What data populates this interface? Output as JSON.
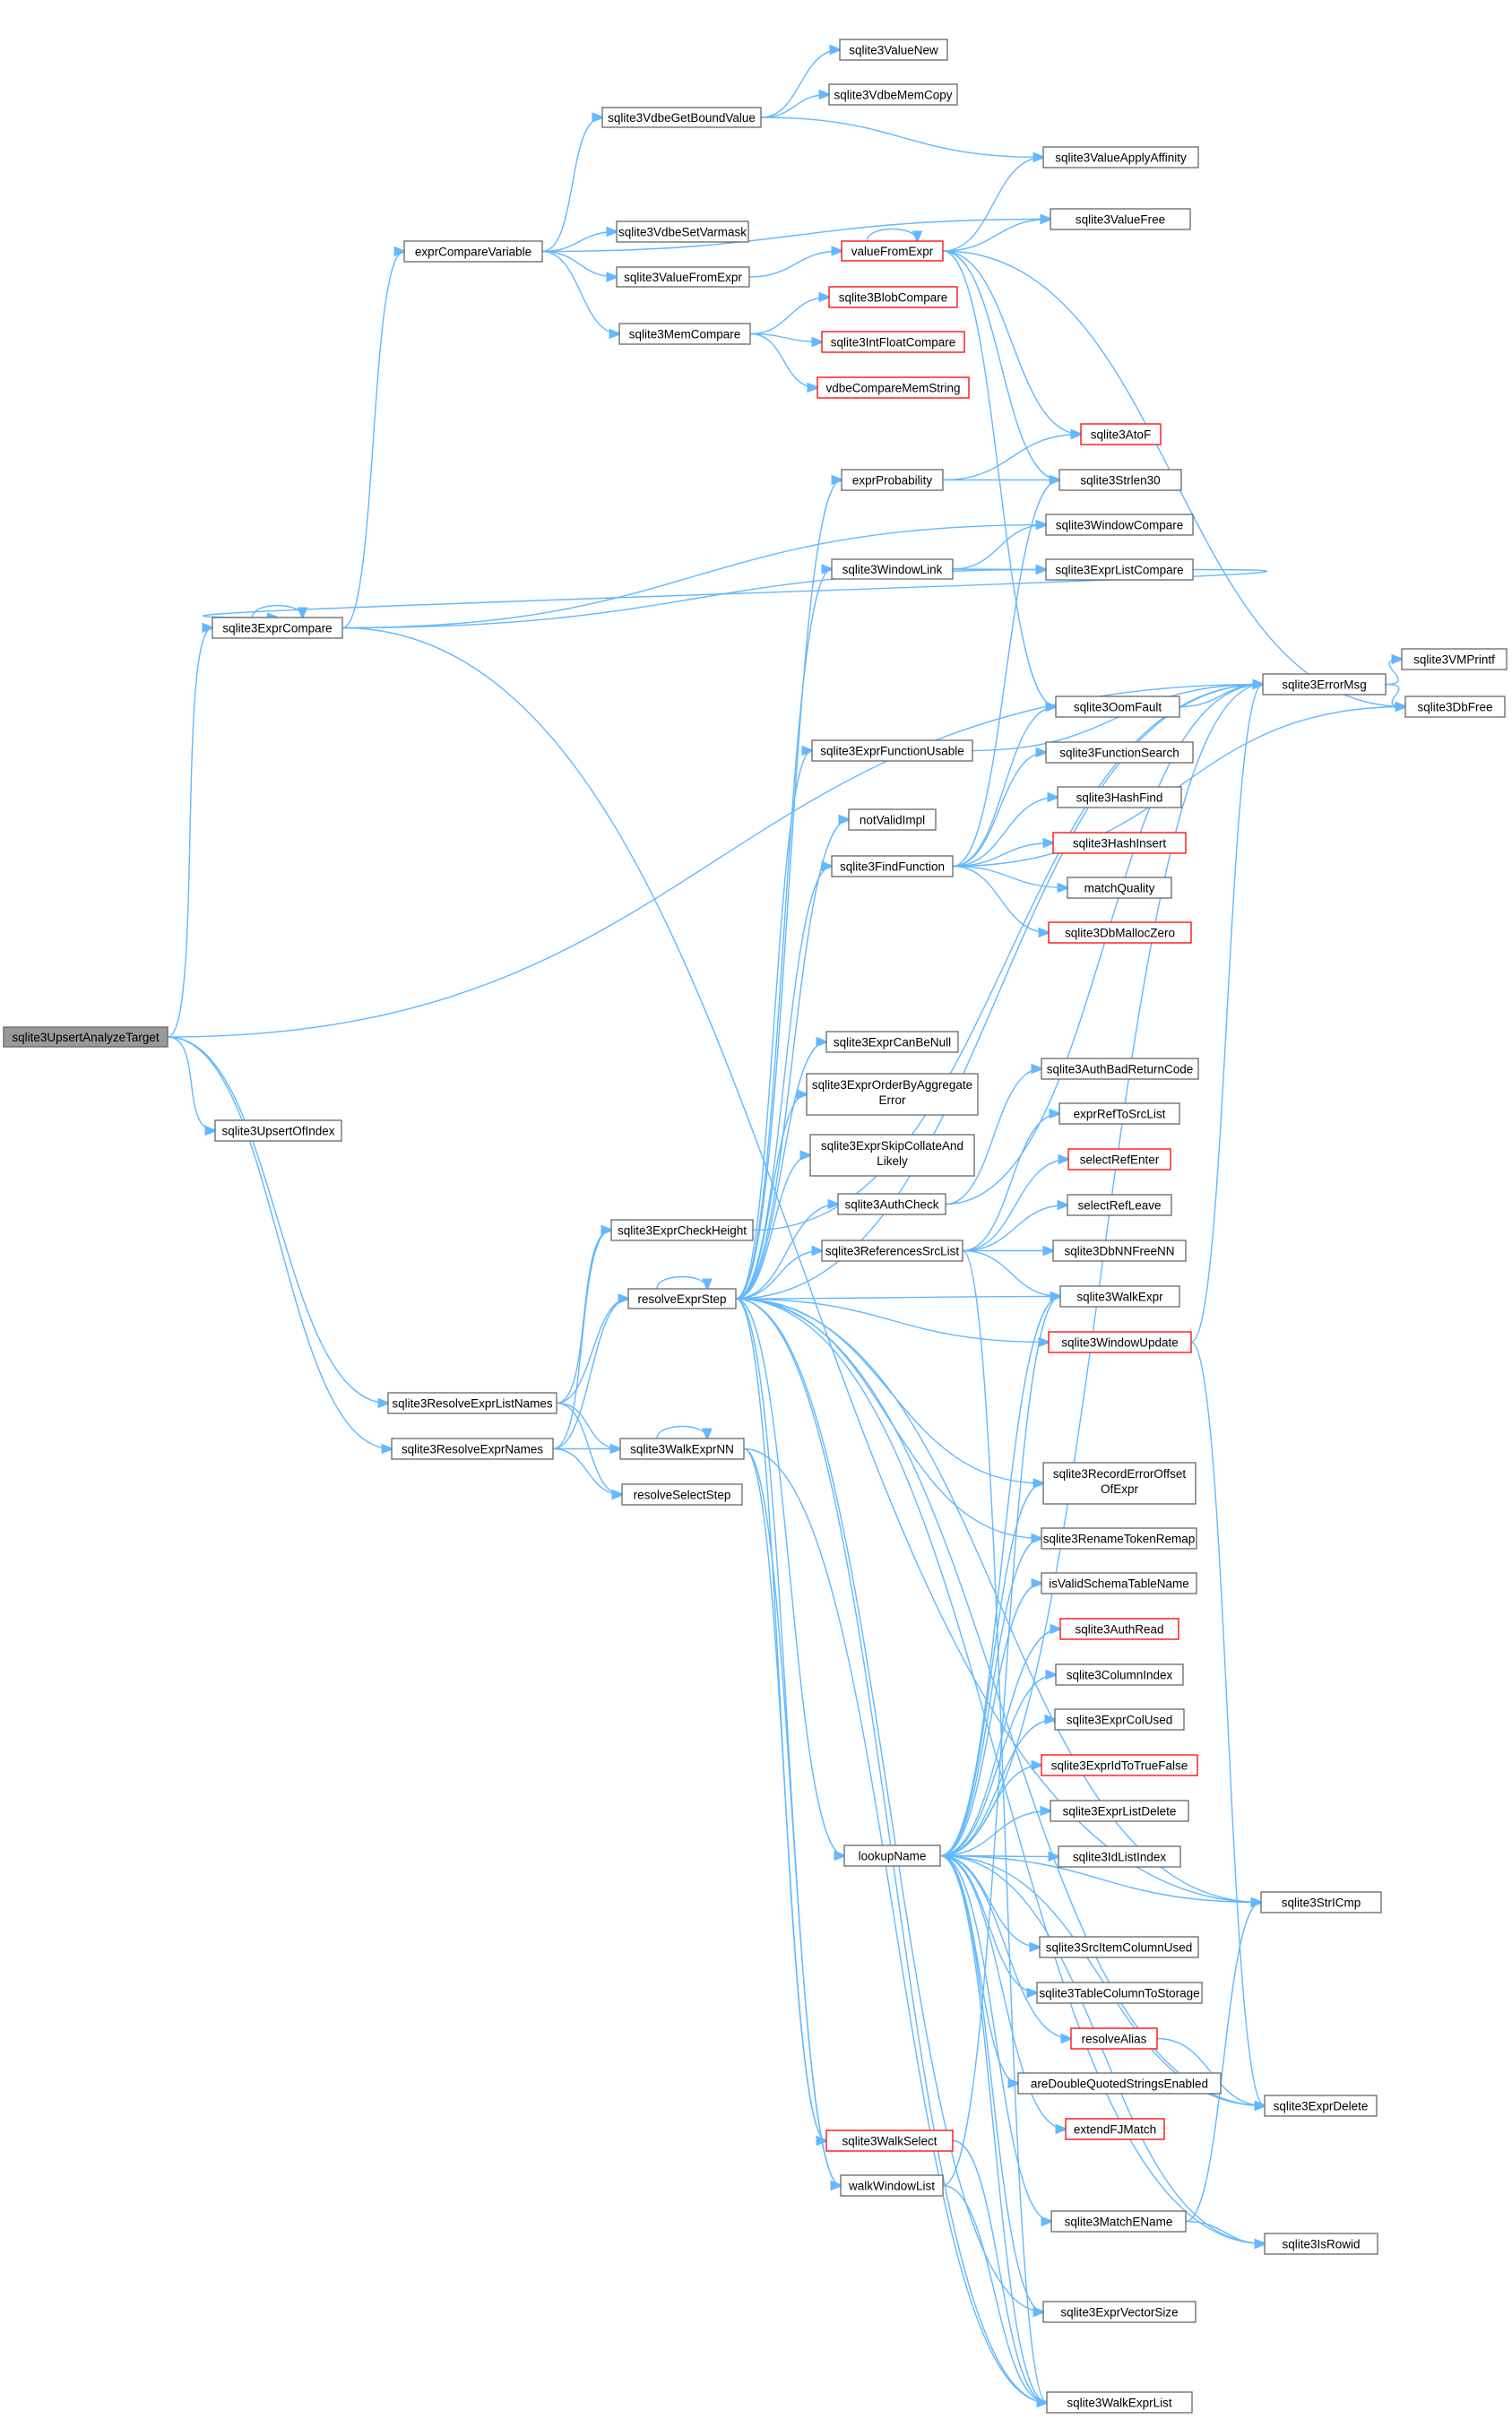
{
  "nodes": [
    {
      "id": "root",
      "label": "sqlite3UpsertAnalyzeTarget",
      "style": "root"
    },
    {
      "id": "exprCompareVariable",
      "label": "exprCompareVariable"
    },
    {
      "id": "sqlite3VdbeGetBoundValue",
      "label": "sqlite3VdbeGetBoundValue"
    },
    {
      "id": "sqlite3ValueNew",
      "label": "sqlite3ValueNew"
    },
    {
      "id": "sqlite3VdbeMemCopy",
      "label": "sqlite3VdbeMemCopy"
    },
    {
      "id": "sqlite3ValueApplyAffinity",
      "label": "sqlite3ValueApplyAffinity"
    },
    {
      "id": "sqlite3ValueFree",
      "label": "sqlite3ValueFree"
    },
    {
      "id": "sqlite3VdbeSetVarmask",
      "label": "sqlite3VdbeSetVarmask"
    },
    {
      "id": "sqlite3ValueFromExpr",
      "label": "sqlite3ValueFromExpr"
    },
    {
      "id": "valueFromExpr",
      "label": "valueFromExpr",
      "style": "red"
    },
    {
      "id": "sqlite3MemCompare",
      "label": "sqlite3MemCompare"
    },
    {
      "id": "sqlite3BlobCompare",
      "label": "sqlite3BlobCompare",
      "style": "red"
    },
    {
      "id": "sqlite3IntFloatCompare",
      "label": "sqlite3IntFloatCompare",
      "style": "red"
    },
    {
      "id": "vdbeCompareMemString",
      "label": "vdbeCompareMemString",
      "style": "red"
    },
    {
      "id": "sqlite3AtoF",
      "label": "sqlite3AtoF",
      "style": "red"
    },
    {
      "id": "exprProbability",
      "label": "exprProbability"
    },
    {
      "id": "sqlite3Strlen30",
      "label": "sqlite3Strlen30"
    },
    {
      "id": "sqlite3WindowCompare",
      "label": "sqlite3WindowCompare"
    },
    {
      "id": "sqlite3WindowLink",
      "label": "sqlite3WindowLink"
    },
    {
      "id": "sqlite3ExprListCompare",
      "label": "sqlite3ExprListCompare"
    },
    {
      "id": "sqlite3ExprCompare",
      "label": "sqlite3ExprCompare"
    },
    {
      "id": "sqlite3VMPrintf",
      "label": "sqlite3VMPrintf"
    },
    {
      "id": "sqlite3ErrorMsg",
      "label": "sqlite3ErrorMsg"
    },
    {
      "id": "sqlite3DbFree",
      "label": "sqlite3DbFree"
    },
    {
      "id": "sqlite3OomFault",
      "label": "sqlite3OomFault"
    },
    {
      "id": "sqlite3ExprFunctionUsable",
      "label": "sqlite3ExprFunctionUsable"
    },
    {
      "id": "sqlite3FunctionSearch",
      "label": "sqlite3FunctionSearch"
    },
    {
      "id": "sqlite3HashFind",
      "label": "sqlite3HashFind"
    },
    {
      "id": "notValidImpl",
      "label": "notValidImpl"
    },
    {
      "id": "sqlite3HashInsert",
      "label": "sqlite3HashInsert",
      "style": "red"
    },
    {
      "id": "sqlite3FindFunction",
      "label": "sqlite3FindFunction"
    },
    {
      "id": "matchQuality",
      "label": "matchQuality"
    },
    {
      "id": "sqlite3DbMallocZero",
      "label": "sqlite3DbMallocZero",
      "style": "red"
    },
    {
      "id": "sqlite3ExprCanBeNull",
      "label": "sqlite3ExprCanBeNull"
    },
    {
      "id": "sqlite3UpsertOfIndex",
      "label": "sqlite3UpsertOfIndex"
    },
    {
      "id": "sqlite3AuthBadReturnCode",
      "label": "sqlite3AuthBadReturnCode"
    },
    {
      "id": "sqlite3ExprOrderByAggregateError",
      "label": "sqlite3ExprOrderByAggregate Error"
    },
    {
      "id": "exprRefToSrcList",
      "label": "exprRefToSrcList"
    },
    {
      "id": "sqlite3ExprSkipCollateAndLikely",
      "label": "sqlite3ExprSkipCollateAnd Likely"
    },
    {
      "id": "selectRefEnter",
      "label": "selectRefEnter",
      "style": "red"
    },
    {
      "id": "sqlite3AuthCheck",
      "label": "sqlite3AuthCheck"
    },
    {
      "id": "selectRefLeave",
      "label": "selectRefLeave"
    },
    {
      "id": "sqlite3ExprCheckHeight",
      "label": "sqlite3ExprCheckHeight"
    },
    {
      "id": "sqlite3ReferencesSrcList",
      "label": "sqlite3ReferencesSrcList"
    },
    {
      "id": "sqlite3DbNNFreeNN",
      "label": "sqlite3DbNNFreeNN"
    },
    {
      "id": "resolveExprStep",
      "label": "resolveExprStep"
    },
    {
      "id": "sqlite3WalkExpr",
      "label": "sqlite3WalkExpr"
    },
    {
      "id": "sqlite3WindowUpdate",
      "label": "sqlite3WindowUpdate",
      "style": "red"
    },
    {
      "id": "sqlite3ResolveExprListNames",
      "label": "sqlite3ResolveExprListNames"
    },
    {
      "id": "sqlite3ResolveExprNames",
      "label": "sqlite3ResolveExprNames"
    },
    {
      "id": "sqlite3WalkExprNN",
      "label": "sqlite3WalkExprNN"
    },
    {
      "id": "sqlite3RecordErrorOffsetOfExpr",
      "label": "sqlite3RecordErrorOffset OfExpr"
    },
    {
      "id": "resolveSelectStep",
      "label": "resolveSelectStep"
    },
    {
      "id": "sqlite3RenameTokenRemap",
      "label": "sqlite3RenameTokenRemap"
    },
    {
      "id": "isValidSchemaTableName",
      "label": "isValidSchemaTableName"
    },
    {
      "id": "sqlite3AuthRead",
      "label": "sqlite3AuthRead",
      "style": "red"
    },
    {
      "id": "sqlite3ColumnIndex",
      "label": "sqlite3ColumnIndex"
    },
    {
      "id": "sqlite3ExprColUsed",
      "label": "sqlite3ExprColUsed"
    },
    {
      "id": "sqlite3ExprIdToTrueFalse",
      "label": "sqlite3ExprIdToTrueFalse",
      "style": "red"
    },
    {
      "id": "sqlite3ExprListDelete",
      "label": "sqlite3ExprListDelete"
    },
    {
      "id": "lookupName",
      "label": "lookupName"
    },
    {
      "id": "sqlite3IdListIndex",
      "label": "sqlite3IdListIndex"
    },
    {
      "id": "sqlite3StrICmp",
      "label": "sqlite3StrICmp"
    },
    {
      "id": "sqlite3SrcItemColumnUsed",
      "label": "sqlite3SrcItemColumnUsed"
    },
    {
      "id": "sqlite3TableColumnToStorage",
      "label": "sqlite3TableColumnToStorage"
    },
    {
      "id": "resolveAlias",
      "label": "resolveAlias",
      "style": "red"
    },
    {
      "id": "areDoubleQuotedStringsEnabled",
      "label": "areDoubleQuotedStringsEnabled"
    },
    {
      "id": "sqlite3ExprDelete",
      "label": "sqlite3ExprDelete"
    },
    {
      "id": "extendFJMatch",
      "label": "extendFJMatch",
      "style": "red"
    },
    {
      "id": "sqlite3WalkSelect",
      "label": "sqlite3WalkSelect",
      "style": "red"
    },
    {
      "id": "walkWindowList",
      "label": "walkWindowList"
    },
    {
      "id": "sqlite3MatchEName",
      "label": "sqlite3MatchEName"
    },
    {
      "id": "sqlite3IsRowid",
      "label": "sqlite3IsRowid"
    },
    {
      "id": "sqlite3ExprVectorSize",
      "label": "sqlite3ExprVectorSize"
    },
    {
      "id": "sqlite3WalkExprList",
      "label": "sqlite3WalkExprList"
    }
  ],
  "edges": [
    [
      "root",
      "sqlite3ErrorMsg"
    ],
    [
      "root",
      "sqlite3ExprCompare"
    ],
    [
      "root",
      "sqlite3UpsertOfIndex"
    ],
    [
      "root",
      "sqlite3ResolveExprListNames"
    ],
    [
      "root",
      "sqlite3ResolveExprNames"
    ],
    [
      "exprCompareVariable",
      "sqlite3VdbeGetBoundValue"
    ],
    [
      "exprCompareVariable",
      "sqlite3ValueFree"
    ],
    [
      "exprCompareVariable",
      "sqlite3VdbeSetVarmask"
    ],
    [
      "exprCompareVariable",
      "sqlite3ValueFromExpr"
    ],
    [
      "exprCompareVariable",
      "sqlite3MemCompare"
    ],
    [
      "sqlite3VdbeGetBoundValue",
      "sqlite3ValueNew"
    ],
    [
      "sqlite3VdbeGetBoundValue",
      "sqlite3VdbeMemCopy"
    ],
    [
      "sqlite3VdbeGetBoundValue",
      "sqlite3ValueApplyAffinity"
    ],
    [
      "sqlite3ValueFromExpr",
      "valueFromExpr"
    ],
    [
      "valueFromExpr",
      "valueFromExpr"
    ],
    [
      "valueFromExpr",
      "sqlite3ValueApplyAffinity"
    ],
    [
      "valueFromExpr",
      "sqlite3ValueFree"
    ],
    [
      "valueFromExpr",
      "sqlite3AtoF"
    ],
    [
      "valueFromExpr",
      "sqlite3Strlen30"
    ],
    [
      "valueFromExpr",
      "sqlite3OomFault"
    ],
    [
      "valueFromExpr",
      "sqlite3DbFree"
    ],
    [
      "sqlite3MemCompare",
      "sqlite3BlobCompare"
    ],
    [
      "sqlite3MemCompare",
      "sqlite3IntFloatCompare"
    ],
    [
      "sqlite3MemCompare",
      "vdbeCompareMemString"
    ],
    [
      "exprProbability",
      "sqlite3AtoF"
    ],
    [
      "exprProbability",
      "sqlite3Strlen30"
    ],
    [
      "sqlite3WindowLink",
      "sqlite3WindowCompare"
    ],
    [
      "sqlite3WindowLink",
      "sqlite3ExprListCompare"
    ],
    [
      "sqlite3ExprCompare",
      "sqlite3ExprCompare"
    ],
    [
      "sqlite3ExprCompare",
      "exprCompareVariable"
    ],
    [
      "sqlite3ExprCompare",
      "sqlite3WindowCompare"
    ],
    [
      "sqlite3ExprCompare",
      "sqlite3ExprListCompare"
    ],
    [
      "sqlite3ExprCompare",
      "sqlite3StrICmp"
    ],
    [
      "sqlite3ExprListCompare",
      "sqlite3ExprCompare"
    ],
    [
      "sqlite3ErrorMsg",
      "sqlite3VMPrintf"
    ],
    [
      "sqlite3ErrorMsg",
      "sqlite3DbFree"
    ],
    [
      "sqlite3OomFault",
      "sqlite3ErrorMsg"
    ],
    [
      "sqlite3ExprFunctionUsable",
      "sqlite3ErrorMsg"
    ],
    [
      "sqlite3FindFunction",
      "sqlite3OomFault"
    ],
    [
      "sqlite3FindFunction",
      "sqlite3FunctionSearch"
    ],
    [
      "sqlite3FindFunction",
      "sqlite3HashFind"
    ],
    [
      "sqlite3FindFunction",
      "sqlite3HashInsert"
    ],
    [
      "sqlite3FindFunction",
      "matchQuality"
    ],
    [
      "sqlite3FindFunction",
      "sqlite3DbMallocZero"
    ],
    [
      "sqlite3FindFunction",
      "sqlite3Strlen30"
    ],
    [
      "sqlite3FindFunction",
      "sqlite3DbFree"
    ],
    [
      "sqlite3AuthCheck",
      "sqlite3AuthBadReturnCode"
    ],
    [
      "sqlite3AuthCheck",
      "sqlite3ErrorMsg"
    ],
    [
      "sqlite3ExprCheckHeight",
      "sqlite3ErrorMsg"
    ],
    [
      "sqlite3ReferencesSrcList",
      "exprRefToSrcList"
    ],
    [
      "sqlite3ReferencesSrcList",
      "selectRefEnter"
    ],
    [
      "sqlite3ReferencesSrcList",
      "selectRefLeave"
    ],
    [
      "sqlite3ReferencesSrcList",
      "sqlite3DbNNFreeNN"
    ],
    [
      "sqlite3ReferencesSrcList",
      "sqlite3WalkExpr"
    ],
    [
      "sqlite3ReferencesSrcList",
      "sqlite3WalkExprList"
    ],
    [
      "resolveExprStep",
      "resolveExprStep"
    ],
    [
      "resolveExprStep",
      "exprProbability"
    ],
    [
      "resolveExprStep",
      "sqlite3WindowLink"
    ],
    [
      "resolveExprStep",
      "sqlite3ErrorMsg"
    ],
    [
      "resolveExprStep",
      "sqlite3ExprFunctionUsable"
    ],
    [
      "resolveExprStep",
      "notValidImpl"
    ],
    [
      "resolveExprStep",
      "sqlite3FindFunction"
    ],
    [
      "resolveExprStep",
      "sqlite3ExprCanBeNull"
    ],
    [
      "resolveExprStep",
      "sqlite3ExprOrderByAggregateError"
    ],
    [
      "resolveExprStep",
      "sqlite3ExprSkipCollateAndLikely"
    ],
    [
      "resolveExprStep",
      "sqlite3AuthCheck"
    ],
    [
      "resolveExprStep",
      "sqlite3ReferencesSrcList"
    ],
    [
      "resolveExprStep",
      "sqlite3WalkExpr"
    ],
    [
      "resolveExprStep",
      "sqlite3WindowUpdate"
    ],
    [
      "resolveExprStep",
      "sqlite3RecordErrorOffsetOfExpr"
    ],
    [
      "resolveExprStep",
      "sqlite3RenameTokenRemap"
    ],
    [
      "resolveExprStep",
      "lookupName"
    ],
    [
      "resolveExprStep",
      "sqlite3ExprDelete"
    ],
    [
      "resolveExprStep",
      "sqlite3WalkSelect"
    ],
    [
      "resolveExprStep",
      "walkWindowList"
    ],
    [
      "resolveExprStep",
      "sqlite3ExprVectorSize"
    ],
    [
      "resolveExprStep",
      "sqlite3WalkExprList"
    ],
    [
      "resolveExprStep",
      "sqlite3IsRowid"
    ],
    [
      "resolveExprStep",
      "sqlite3StrICmp"
    ],
    [
      "sqlite3WindowUpdate",
      "sqlite3ErrorMsg"
    ],
    [
      "sqlite3WindowUpdate",
      "sqlite3ExprDelete"
    ],
    [
      "sqlite3ResolveExprListNames",
      "sqlite3ExprCheckHeight"
    ],
    [
      "sqlite3ResolveExprListNames",
      "resolveExprStep"
    ],
    [
      "sqlite3ResolveExprListNames",
      "sqlite3WalkExprNN"
    ],
    [
      "sqlite3ResolveExprListNames",
      "resolveSelectStep"
    ],
    [
      "sqlite3ResolveExprNames",
      "sqlite3ExprCheckHeight"
    ],
    [
      "sqlite3ResolveExprNames",
      "resolveExprStep"
    ],
    [
      "sqlite3ResolveExprNames",
      "sqlite3WalkExprNN"
    ],
    [
      "sqlite3ResolveExprNames",
      "resolveSelectStep"
    ],
    [
      "sqlite3WalkExprNN",
      "sqlite3WalkExprNN"
    ],
    [
      "sqlite3WalkExprNN",
      "sqlite3WalkSelect"
    ],
    [
      "sqlite3WalkExprNN",
      "walkWindowList"
    ],
    [
      "sqlite3WalkExprNN",
      "sqlite3WalkExprList"
    ],
    [
      "lookupName",
      "sqlite3ErrorMsg"
    ],
    [
      "lookupName",
      "sqlite3WalkExpr"
    ],
    [
      "lookupName",
      "sqlite3RecordErrorOffsetOfExpr"
    ],
    [
      "lookupName",
      "sqlite3RenameTokenRemap"
    ],
    [
      "lookupName",
      "isValidSchemaTableName"
    ],
    [
      "lookupName",
      "sqlite3AuthRead"
    ],
    [
      "lookupName",
      "sqlite3ColumnIndex"
    ],
    [
      "lookupName",
      "sqlite3ExprColUsed"
    ],
    [
      "lookupName",
      "sqlite3ExprIdToTrueFalse"
    ],
    [
      "lookupName",
      "sqlite3ExprListDelete"
    ],
    [
      "lookupName",
      "sqlite3IdListIndex"
    ],
    [
      "lookupName",
      "sqlite3StrICmp"
    ],
    [
      "lookupName",
      "sqlite3SrcItemColumnUsed"
    ],
    [
      "lookupName",
      "sqlite3TableColumnToStorage"
    ],
    [
      "lookupName",
      "resolveAlias"
    ],
    [
      "lookupName",
      "areDoubleQuotedStringsEnabled"
    ],
    [
      "lookupName",
      "sqlite3ExprDelete"
    ],
    [
      "lookupName",
      "extendFJMatch"
    ],
    [
      "lookupName",
      "sqlite3MatchEName"
    ],
    [
      "lookupName",
      "sqlite3IsRowid"
    ],
    [
      "lookupName",
      "sqlite3ExprVectorSize"
    ],
    [
      "lookupName",
      "sqlite3WalkExprList"
    ],
    [
      "resolveAlias",
      "sqlite3ExprDelete"
    ],
    [
      "sqlite3MatchEName",
      "sqlite3StrICmp"
    ],
    [
      "sqlite3MatchEName",
      "sqlite3IsRowid"
    ],
    [
      "walkWindowList",
      "sqlite3WalkExprList"
    ],
    [
      "walkWindowList",
      "sqlite3WalkExpr"
    ],
    [
      "sqlite3WalkSelect",
      "sqlite3WalkExprList"
    ]
  ]
}
